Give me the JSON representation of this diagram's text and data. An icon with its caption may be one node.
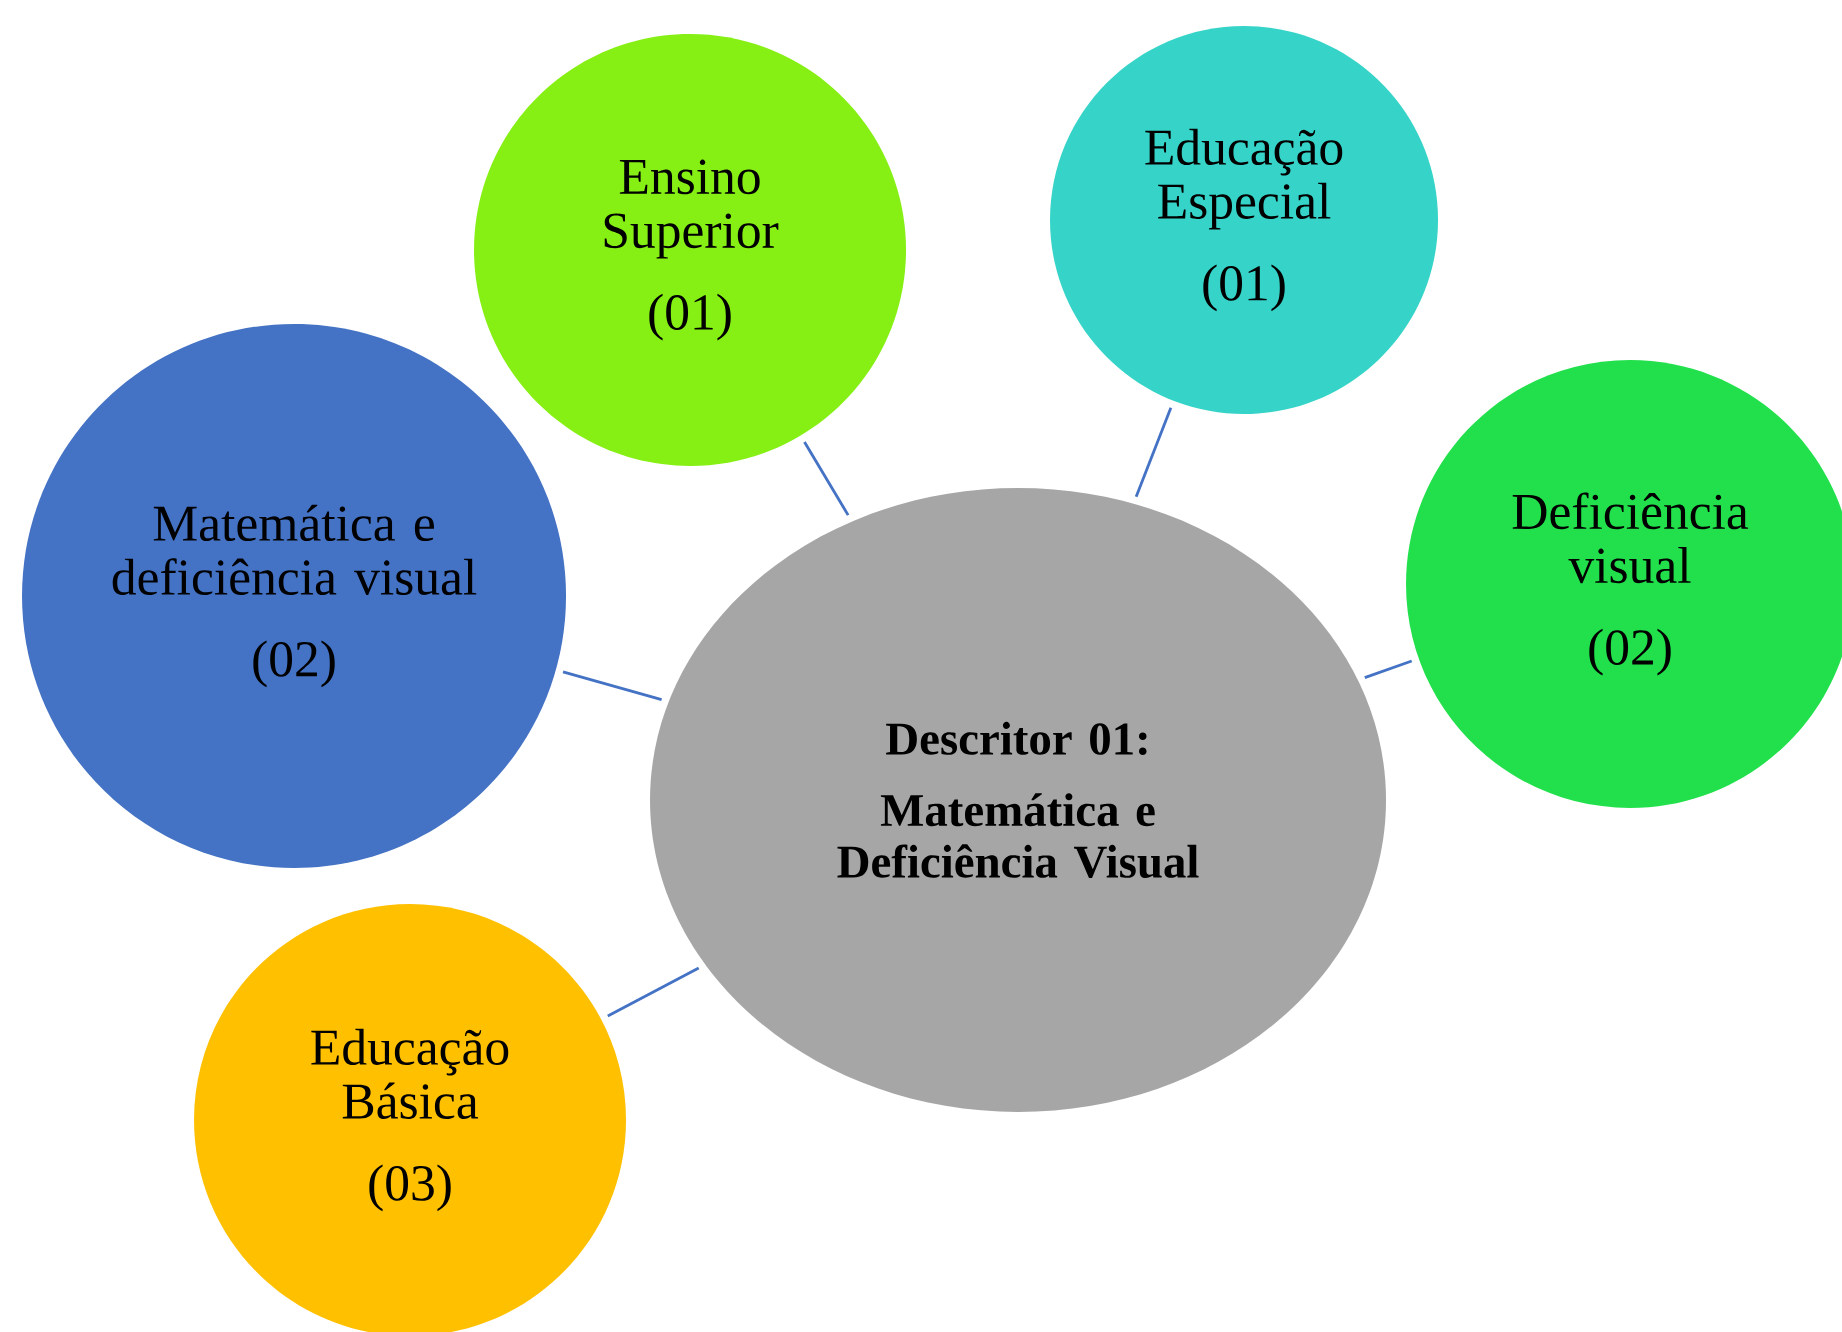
{
  "diagram": {
    "nodes": [
      {
        "text": [
          "Descritor 01:",
          "Matemática e Deficiência Visual"
        ]
      },
      {
        "text": [
          "Ensino Superior",
          "(01)"
        ]
      },
      {
        "text": [
          "Educação Especial",
          "(01)"
        ]
      },
      {
        "text": [
          "Matemática e deficiência visual",
          "(02)"
        ]
      },
      {
        "text": [
          "Deficiência visual",
          "(02)"
        ]
      },
      {
        "text": [
          "Educação Básica",
          "(03)"
        ]
      }
    ],
    "edges": [
      {
        "from": 0,
        "to": 1,
        "arrow": "none"
      },
      {
        "from": 0,
        "to": 2,
        "arrow": "none"
      },
      {
        "from": 0,
        "to": 3,
        "arrow": "none"
      },
      {
        "from": 0,
        "to": 4,
        "arrow": "none"
      },
      {
        "from": 0,
        "to": 5,
        "arrow": "none"
      }
    ]
  }
}
